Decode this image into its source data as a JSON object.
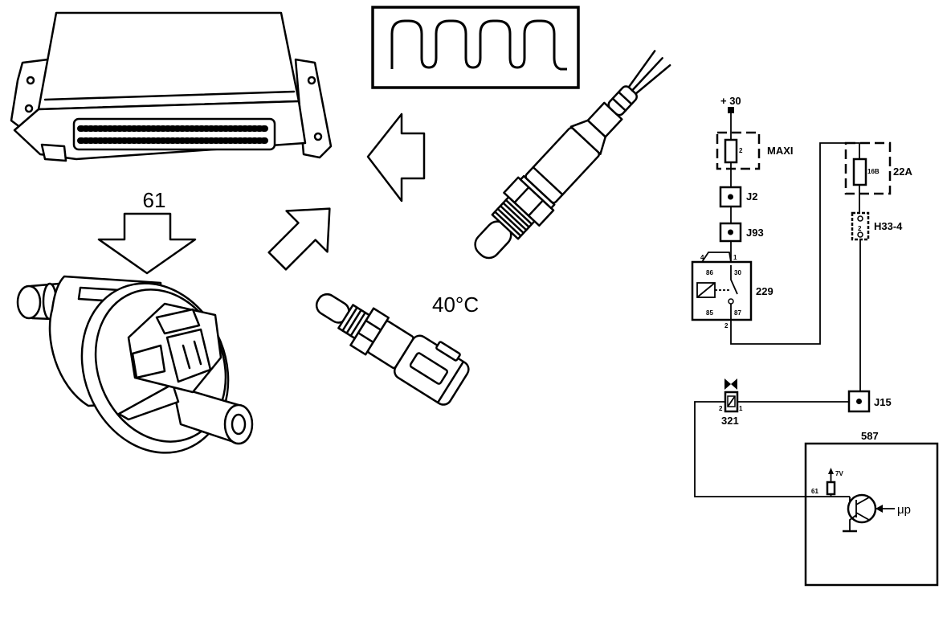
{
  "illustration": {
    "arrow_label": "61",
    "temperature_label": "40°C"
  },
  "schematic": {
    "supply_label": "+ 30",
    "fuse_maxi": {
      "pin": "2",
      "label": "MAXI"
    },
    "connector_j2": "J2",
    "connector_j93": "J93",
    "relay_229": {
      "label": "229",
      "pin_4": "4",
      "pin_1": "1",
      "pin_86": "86",
      "pin_30": "30",
      "pin_85": "85",
      "pin_87": "87",
      "pin_2": "2"
    },
    "fuse_22a": {
      "rating": "16B",
      "label": "22A"
    },
    "connector_h33_4": {
      "pin": "2",
      "label": "H33-4"
    },
    "connector_j15": "J15",
    "valve_321": {
      "label": "321",
      "pin_2": "2",
      "pin_1": "1"
    },
    "ecu_587": {
      "label": "587",
      "supply": "7V",
      "pin": "61",
      "input": "μp"
    }
  },
  "colors": {
    "ink": "#000000",
    "paper": "#ffffff"
  }
}
